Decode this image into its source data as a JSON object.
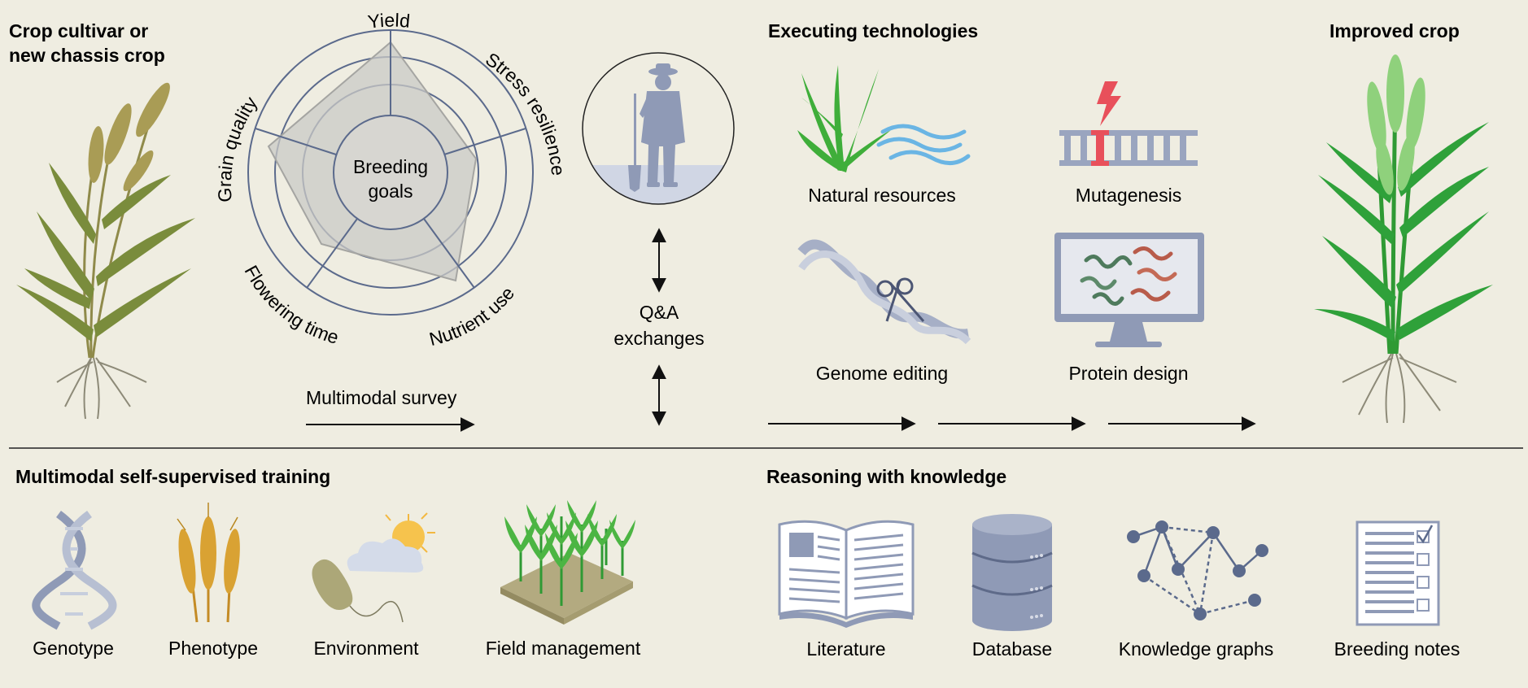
{
  "top_left": {
    "title_line1": "Crop cultivar or",
    "title_line2": "new chassis crop"
  },
  "radar": {
    "center_line1": "Breeding",
    "center_line2": "goals",
    "axes": [
      "Yield",
      "Stress resilience",
      "Nutrient use",
      "Flowering time",
      "Grain quality"
    ]
  },
  "survey": {
    "label": "Multimodal survey"
  },
  "qa": {
    "line1": "Q&A",
    "line2": "exchanges"
  },
  "executing": {
    "title": "Executing technologies",
    "items": [
      "Natural resources",
      "Mutagenesis",
      "Genome editing",
      "Protein design"
    ]
  },
  "improved": {
    "title": "Improved crop"
  },
  "training": {
    "title": "Multimodal self-supervised training",
    "items": [
      "Genotype",
      "Phenotype",
      "Environment",
      "Field management"
    ]
  },
  "reasoning": {
    "title": "Reasoning with  knowledge",
    "items": [
      "Literature",
      "Database",
      "Knowledge graphs",
      "Breeding notes"
    ]
  },
  "colors": {
    "background": "#efede1",
    "radar_line": "#5b6a8c",
    "radar_fill": "#c9c9c6",
    "slate": "#8f9ab6",
    "leaf_green": "#3fae3a",
    "wheat_gold": "#d9a233",
    "alert_red": "#e8505b"
  }
}
